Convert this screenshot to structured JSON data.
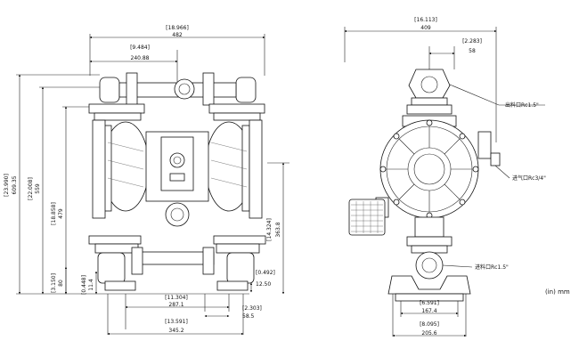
{
  "units_label": "(in) mm",
  "front_view": {
    "overall_width": {
      "inch": "[18.966]",
      "mm": "482"
    },
    "inlet_offset": {
      "inch": "[9.484]",
      "mm": "240.88"
    },
    "overall_height": {
      "inch": "[23.990]",
      "mm": "609.35"
    },
    "upper_height": {
      "inch": "[22.008]",
      "mm": "559"
    },
    "mid_height": {
      "inch": "[18.858]",
      "mm": "479"
    },
    "center_height": {
      "inch": "[14.324]",
      "mm": "363.8"
    },
    "base_height": {
      "inch": "[3.150]",
      "mm": "80"
    },
    "foot_height": {
      "inch": "[0.448]",
      "mm": "11.4"
    },
    "foot_thickness": {
      "inch": "[0.492]",
      "mm": "12.50"
    },
    "bolt_span": {
      "inch": "[11.304]",
      "mm": "287.1"
    },
    "slot_width": {
      "inch": "[2.303]",
      "mm": "58.5"
    },
    "base_width": {
      "inch": "[13.591]",
      "mm": "345.2"
    }
  },
  "side_view": {
    "overall_width": {
      "inch": "[16.113]",
      "mm": "409"
    },
    "port_width": {
      "inch": "[2.283]",
      "mm": "58"
    },
    "base_bolt": {
      "inch": "[6.591]",
      "mm": "167.4"
    },
    "base_width": {
      "inch": "[8.095]",
      "mm": "205.6"
    }
  },
  "callouts": {
    "outlet": "出料口Rc1.5\"",
    "air_inlet": "进气口Rc3/4\"",
    "inlet": "进料口Rc1.5\""
  }
}
